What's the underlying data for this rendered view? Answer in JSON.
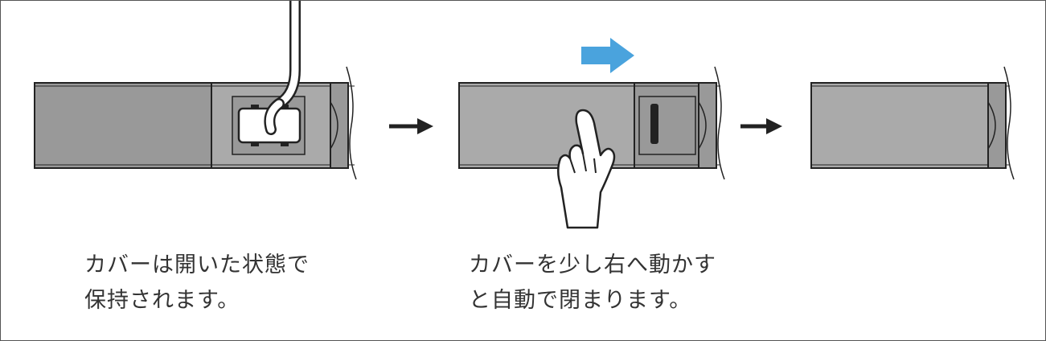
{
  "captions": {
    "step1": {
      "line1": "カバーは開いた状態で",
      "line2": "保持されます。"
    },
    "step2": {
      "line1": "カバーを少し右へ動かす",
      "line2": "と自動で閉まります。"
    }
  },
  "colors": {
    "body": "#999999",
    "line": "#222222",
    "cover_light": "#aaaaaa",
    "motion_arrow": "#4aa3dd"
  },
  "icons": [
    "right-arrow-icon",
    "hand-pointing-icon",
    "motion-arrow-icon",
    "plug-icon"
  ]
}
